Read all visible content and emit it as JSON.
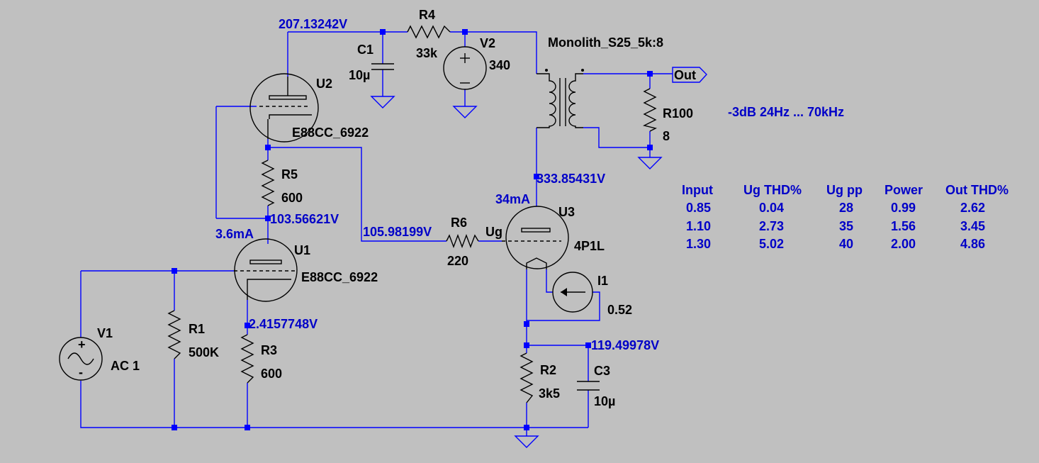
{
  "schematic": {
    "components": {
      "U2": {
        "ref": "U2",
        "model": "E88CC_6922"
      },
      "U1": {
        "ref": "U1",
        "model": "E88CC_6922"
      },
      "U3": {
        "ref": "U3",
        "model": "4P1L"
      },
      "R4": {
        "ref": "R4",
        "value": "33k"
      },
      "C1": {
        "ref": "C1",
        "value": "10µ"
      },
      "V2": {
        "ref": "V2",
        "value": "340"
      },
      "R5": {
        "ref": "R5",
        "value": "600"
      },
      "R6": {
        "ref": "R6",
        "value": "220"
      },
      "R1": {
        "ref": "R1",
        "value": "500K"
      },
      "R3": {
        "ref": "R3",
        "value": "600"
      },
      "V1": {
        "ref": "V1",
        "value": "AC 1"
      },
      "I1": {
        "ref": "I1",
        "value": "0.52"
      },
      "R2": {
        "ref": "R2",
        "value": "3k5"
      },
      "C3": {
        "ref": "C3",
        "value": "10µ"
      },
      "R100": {
        "ref": "R100",
        "value": "8"
      },
      "T1": {
        "model": "Monolith_S25_5k:8"
      }
    },
    "node_voltages": {
      "v_top": "207.13242V",
      "v_u3_plate": "333.85431V",
      "v_r5_mid": "103.56621V",
      "v_r6_in": "105.98199V",
      "v_u1_cath": "2.4157748V",
      "v_u3_cath": "119.49978V"
    },
    "currents": {
      "i_u1": "3.6mA",
      "i_u3": "34mA"
    },
    "net_labels": {
      "out": "Out",
      "ug": "Ug"
    },
    "annotation": "-3dB 24Hz ... 70kHz",
    "results_table": {
      "headers": [
        "Input",
        "Ug THD%",
        "Ug pp",
        "Power",
        "Out THD%"
      ],
      "rows": [
        [
          "0.85",
          "0.04",
          "28",
          "0.99",
          "2.62"
        ],
        [
          "1.10",
          "2.73",
          "35",
          "1.56",
          "3.45"
        ],
        [
          "1.30",
          "5.02",
          "40",
          "2.00",
          "4.86"
        ]
      ]
    }
  }
}
